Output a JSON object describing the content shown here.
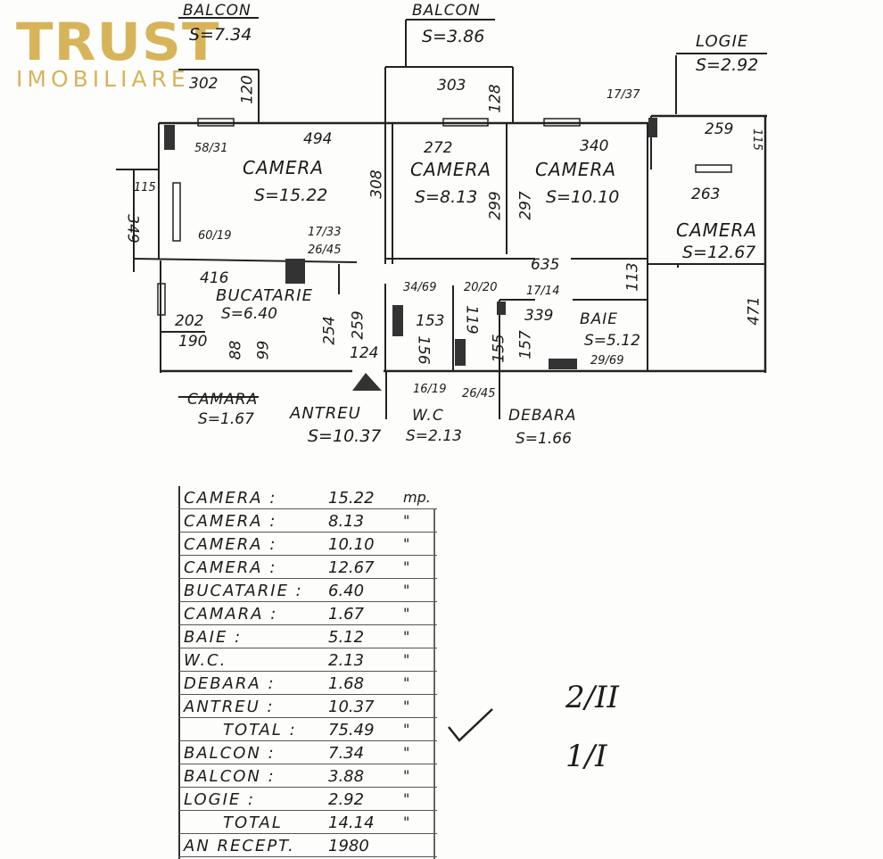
{
  "logo": {
    "brand": "TRUST",
    "subtitle": "IMOBILIARE"
  },
  "plan": {
    "balcon_1": {
      "name": "BALCON",
      "area": "S=7.34"
    },
    "balcon_2": {
      "name": "BALCON",
      "area": "S=3.86"
    },
    "logie": {
      "name": "LOGIE",
      "area": "S=2.92"
    },
    "camera_1": {
      "name": "CAMERA",
      "area": "S=15.22"
    },
    "camera_2": {
      "name": "CAMERA",
      "area": "S=8.13"
    },
    "camera_3": {
      "name": "CAMERA",
      "area": "S=10.10"
    },
    "camera_4": {
      "name": "CAMERA",
      "area": "S=12.67"
    },
    "bucatarie": {
      "name": "BUCATARIE",
      "area": "S=6.40"
    },
    "baie": {
      "name": "BAIE",
      "area": "S=5.12"
    },
    "camara": {
      "name": "CAMARA",
      "area": "S=1.67"
    },
    "antreu": {
      "name": "ANTREU",
      "area": "S=10.37"
    },
    "wc": {
      "name": "W.C",
      "area": "S=2.13"
    },
    "debara": {
      "name": "DEBARA",
      "area": "S=1.66"
    },
    "dims": {
      "d302": "302",
      "d120": "120",
      "d303": "303",
      "d128": "128",
      "d1737a": "17/37",
      "d259": "259",
      "d115a": "115",
      "d494": "494",
      "d5831": "58/31",
      "d272": "272",
      "d340": "340",
      "d263": "263",
      "d308": "308",
      "d299": "299",
      "d297": "297",
      "d115b": "115",
      "d349": "349",
      "d6019": "60/19",
      "d1733": "17/33",
      "d2645a": "26/45",
      "d635": "635",
      "d113": "113",
      "d416": "416",
      "d3469": "34/69",
      "d2020": "20/20",
      "d1714": "17/14",
      "d202": "202",
      "d254": "254",
      "d259b": "259",
      "d153": "153",
      "d119": "119",
      "d339": "339",
      "d471": "471",
      "d190": "190",
      "d88": "88",
      "d99": "99",
      "d124": "124",
      "d156": "156",
      "d155": "155",
      "d157": "157",
      "d2969": "29/69",
      "d1619": "16/19",
      "d2645b": "26/45"
    }
  },
  "table": {
    "rows": [
      {
        "name": "CAMERA :",
        "value": "15.22",
        "unit": "mp."
      },
      {
        "name": "CAMERA :",
        "value": "8.13",
        "unit": "\""
      },
      {
        "name": "CAMERA :",
        "value": "10.10",
        "unit": "\""
      },
      {
        "name": "CAMERA :",
        "value": "12.67",
        "unit": "\""
      },
      {
        "name": "BUCATARIE :",
        "value": "6.40",
        "unit": "\""
      },
      {
        "name": "CAMARA :",
        "value": "1.67",
        "unit": "\""
      },
      {
        "name": "BAIE :",
        "value": "5.12",
        "unit": "\""
      },
      {
        "name": "W.C.",
        "value": "2.13",
        "unit": "\""
      },
      {
        "name": "DEBARA :",
        "value": "1.68",
        "unit": "\""
      },
      {
        "name": "ANTREU :",
        "value": "10.37",
        "unit": "\""
      },
      {
        "name": "TOTAL :",
        "value": "75.49",
        "unit": "\""
      },
      {
        "name": "BALCON :",
        "value": "7.34",
        "unit": "\""
      },
      {
        "name": "BALCON :",
        "value": "3.88",
        "unit": "\""
      },
      {
        "name": "LOGIE :",
        "value": "2.92",
        "unit": "\""
      },
      {
        "name": "TOTAL",
        "value": "14.14",
        "unit": "\""
      },
      {
        "name": "AN RECEPT.",
        "value": "1980",
        "unit": ""
      }
    ]
  },
  "notes": {
    "check": "✓",
    "line1": "2/II",
    "line2": "1/I"
  }
}
